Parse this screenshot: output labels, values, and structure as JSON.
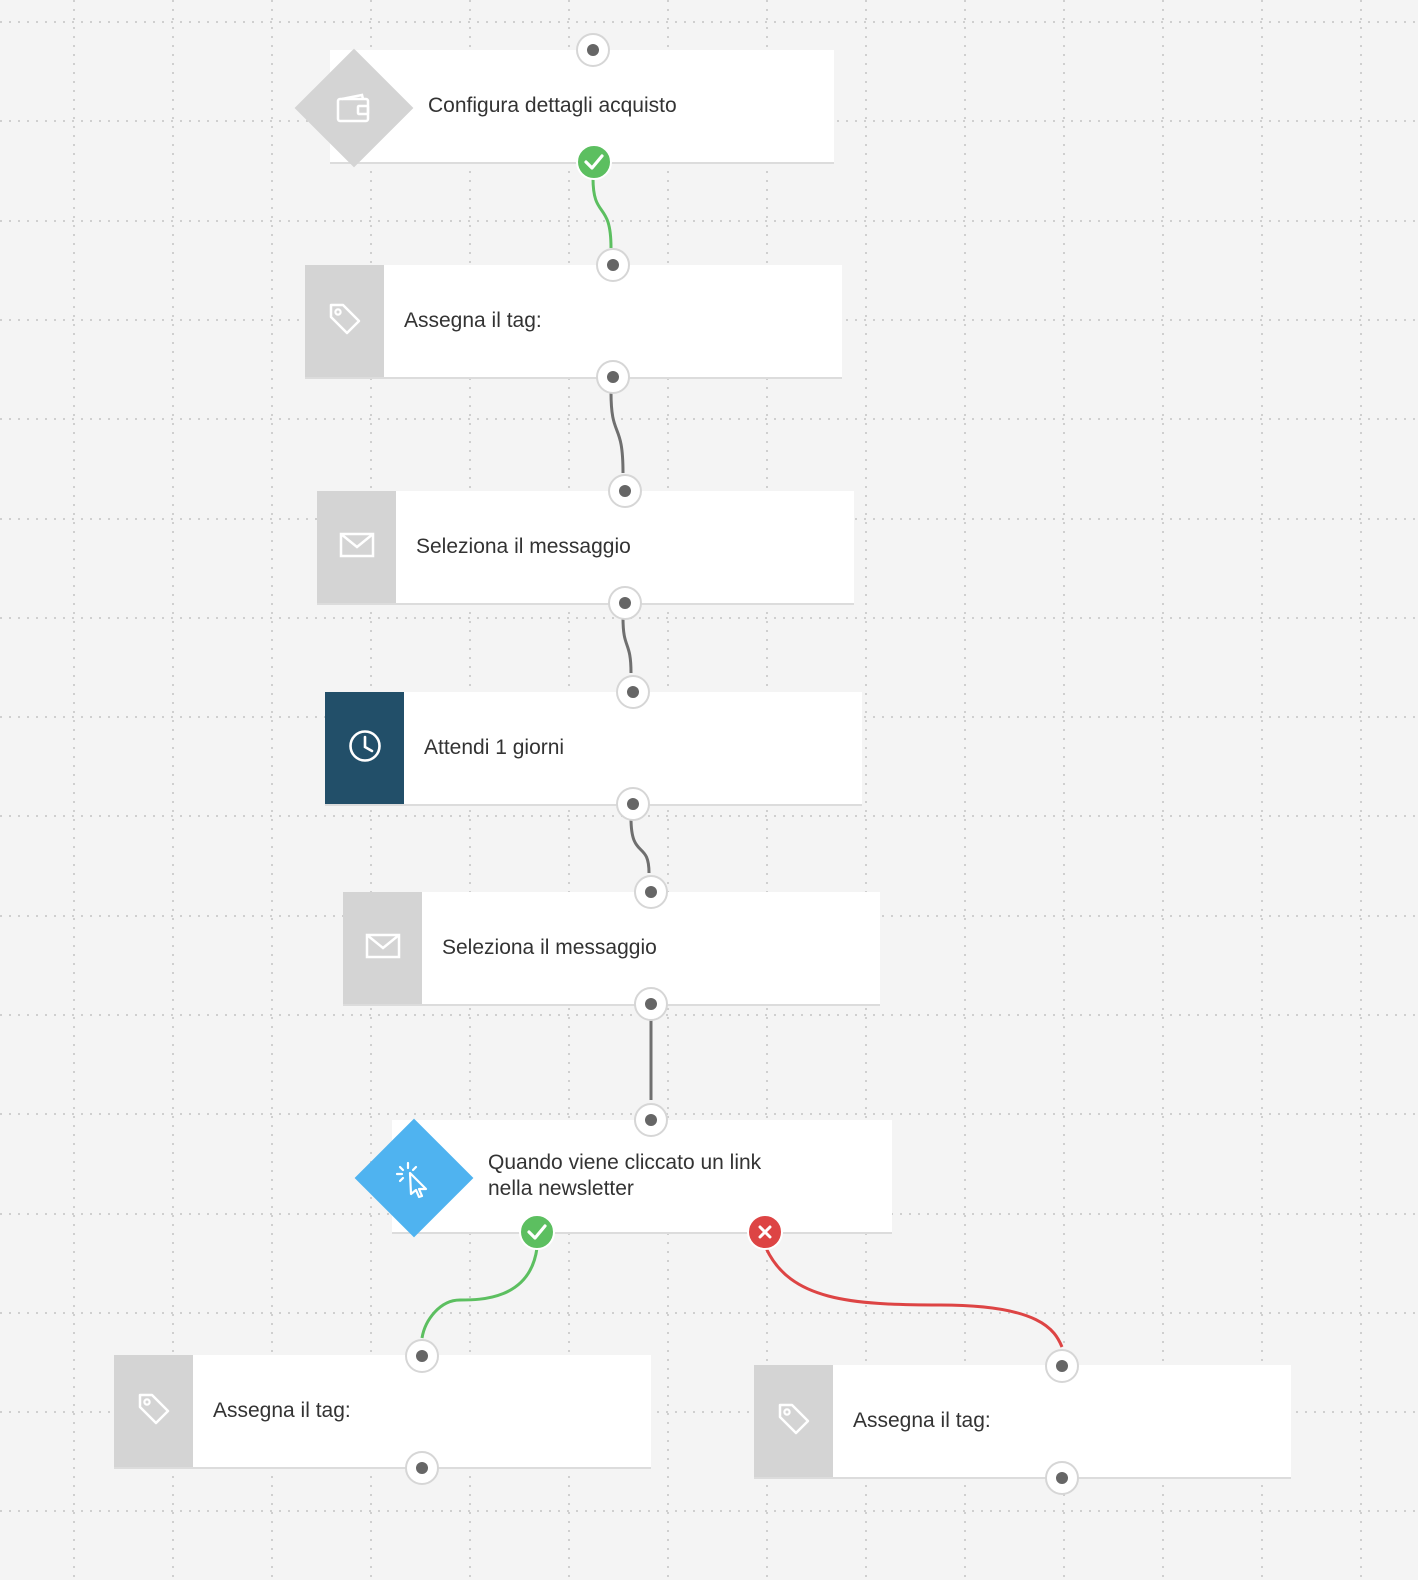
{
  "nodes": {
    "purchase": {
      "label": "Configura dettagli acquisto",
      "icon": "wallet-icon"
    },
    "tag1": {
      "label": "Assegna il tag:",
      "icon": "tag-icon"
    },
    "message1": {
      "label": "Seleziona il messaggio",
      "icon": "envelope-icon"
    },
    "wait": {
      "label": "Attendi 1 giorni",
      "icon": "clock-icon"
    },
    "message2": {
      "label": "Seleziona il messaggio",
      "icon": "envelope-icon"
    },
    "click": {
      "label_line1": "Quando viene cliccato un link",
      "label_line2": "nella newsletter",
      "icon": "cursor-click-icon"
    },
    "tag_yes": {
      "label": "Assegna il tag:",
      "icon": "tag-icon"
    },
    "tag_no": {
      "label": "Assegna il tag:",
      "icon": "tag-icon"
    }
  },
  "colors": {
    "background": "#f4f4f4",
    "icon_panel": "#d4d4d4",
    "wait_panel": "#224f69",
    "click_diamond": "#4fb3f0",
    "success": "#5cbf60",
    "failure": "#dd4444",
    "connector": "#6f6f6f"
  }
}
